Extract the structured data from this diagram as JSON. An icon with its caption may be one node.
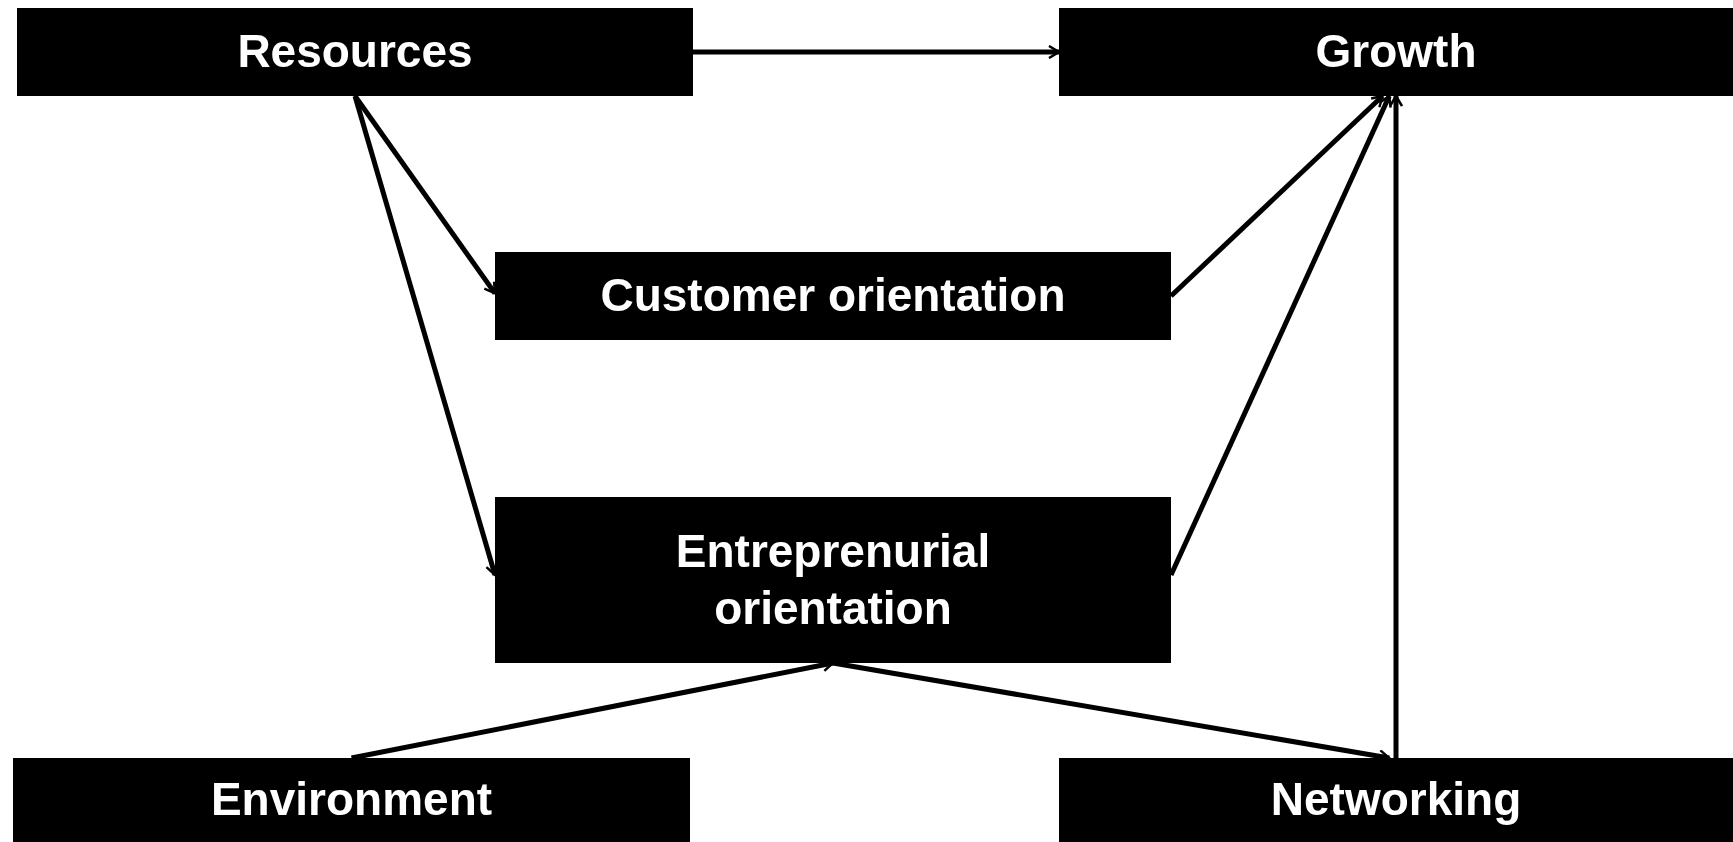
{
  "diagram": {
    "nodes": [
      {
        "text": [
          "Resources"
        ]
      },
      {
        "text": [
          "Growth"
        ]
      },
      {
        "text": [
          "Customer orientation"
        ]
      },
      {
        "text": [
          "Entreprenurial orientation"
        ]
      },
      {
        "text": [
          "Environment"
        ]
      },
      {
        "text": [
          "Networking"
        ]
      }
    ],
    "edges": [
      {
        "from": 0,
        "to": 1,
        "arrow": "to"
      },
      {
        "from": 0,
        "to": 2,
        "arrow": "to"
      },
      {
        "from": 0,
        "to": 3,
        "arrow": "to"
      },
      {
        "from": 2,
        "to": 1,
        "arrow": "to"
      },
      {
        "from": 3,
        "to": 1,
        "arrow": "to"
      },
      {
        "from": 5,
        "to": 1,
        "arrow": "to"
      },
      {
        "from": 4,
        "to": 3,
        "arrow": "to"
      },
      {
        "from": 3,
        "to": 5,
        "arrow": "to"
      }
    ]
  }
}
